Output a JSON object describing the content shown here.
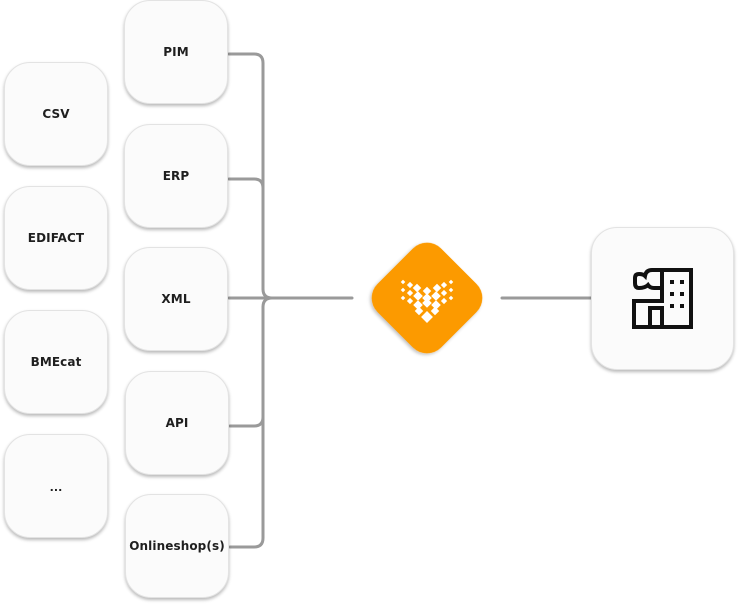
{
  "formats": [
    {
      "id": "csv",
      "label": "CSV"
    },
    {
      "id": "edifact",
      "label": "EDIFACT"
    },
    {
      "id": "bmecat",
      "label": "BMEcat"
    },
    {
      "id": "more",
      "label": "..."
    }
  ],
  "sources": [
    {
      "id": "pim",
      "label": "PIM"
    },
    {
      "id": "erp",
      "label": "ERP"
    },
    {
      "id": "xml",
      "label": "XML"
    },
    {
      "id": "api",
      "label": "API"
    },
    {
      "id": "onlineshops",
      "label": "Onlineshop(s)"
    }
  ],
  "hub": {
    "icon": "heart-dots-logo-icon",
    "color": "#fc9a04"
  },
  "target": {
    "icon": "building-icon"
  },
  "colors": {
    "connector": "#9a9a9a",
    "box_bg": "#fbfbfb",
    "hub": "#fc9a04"
  }
}
